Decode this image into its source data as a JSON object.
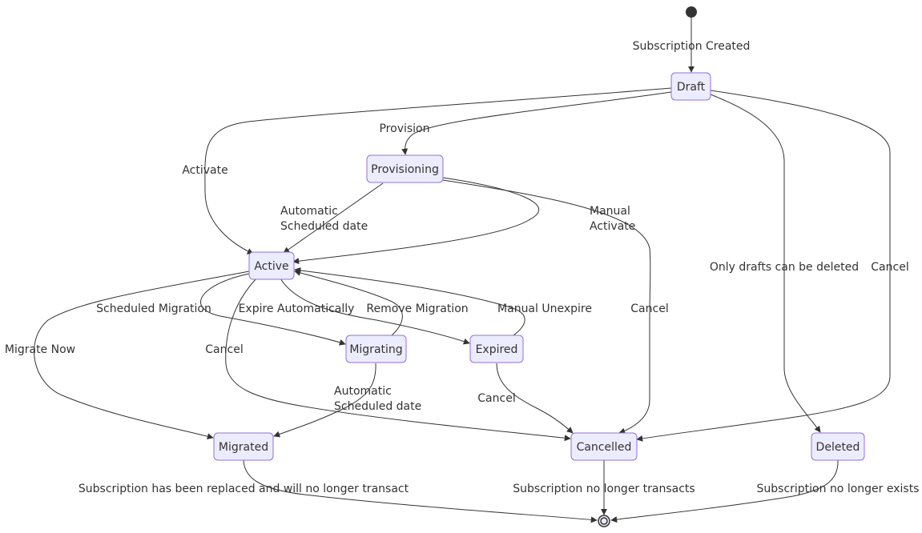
{
  "states": {
    "draft": "Draft",
    "provisioning": "Provisioning",
    "active": "Active",
    "migrating": "Migrating",
    "expired": "Expired",
    "migrated": "Migrated",
    "cancelled": "Cancelled",
    "deleted": "Deleted"
  },
  "transitions": {
    "start_to_draft": "Subscription Created",
    "draft_to_provisioning": "Provision",
    "draft_to_active": "Activate",
    "provisioning_to_active_auto": [
      "Automatic",
      "Scheduled date"
    ],
    "provisioning_to_active_manual": [
      "Manual",
      "Activate"
    ],
    "draft_to_deleted": "Only drafts can be deleted",
    "draft_to_cancelled": "Cancel",
    "provisioning_to_cancelled": "Cancel",
    "active_to_migrating": "Scheduled Migration",
    "active_to_expired": "Expire Automatically",
    "migrating_to_active": "Remove Migration",
    "expired_to_active": "Manual Unexpire",
    "active_to_migrated": "Migrate Now",
    "active_to_cancelled": "Cancel",
    "migrating_to_migrated": [
      "Automatic",
      "Scheduled date"
    ],
    "expired_to_cancelled": "Cancel",
    "migrated_to_end": "Subscription has been replaced and will no longer transact",
    "cancelled_to_end": "Subscription no longer transacts",
    "deleted_to_end": "Subscription no longer exists"
  },
  "colors": {
    "state_fill": "#ECECFF",
    "state_stroke": "#9370DB",
    "edge": "#333333",
    "text": "#333333"
  }
}
